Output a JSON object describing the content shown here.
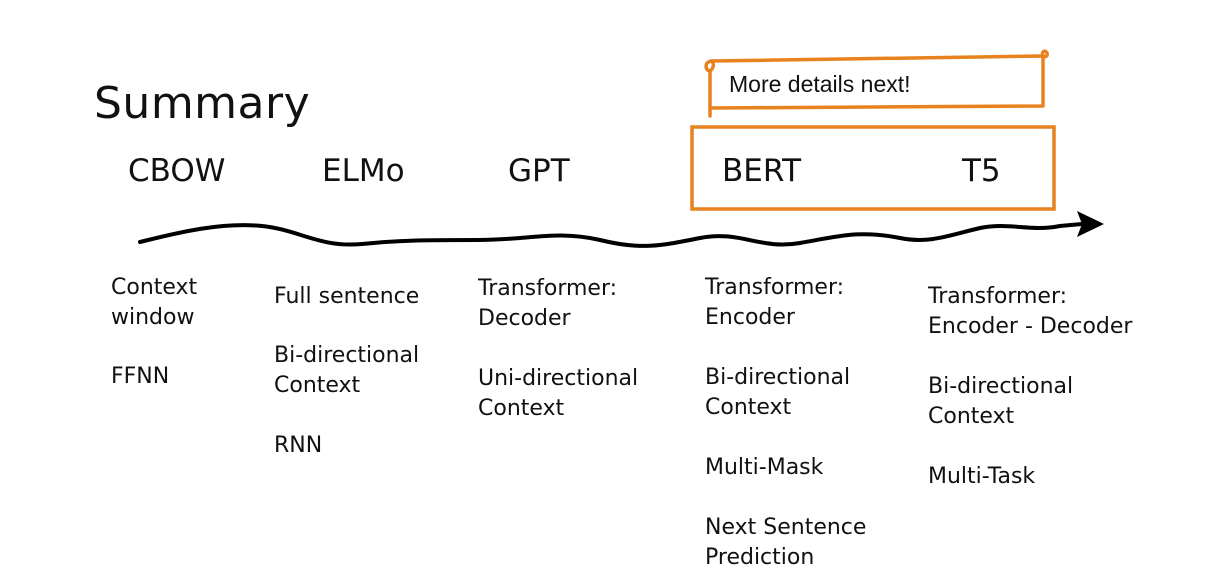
{
  "title": "Summary",
  "callout": "More details next!",
  "colors": {
    "accent": "#e8821f",
    "text": "#111111",
    "timeline": "#000000"
  },
  "models": [
    {
      "name": "CBOW",
      "features": [
        [
          "Context",
          "window"
        ],
        [
          "FFNN"
        ]
      ]
    },
    {
      "name": "ELMo",
      "features": [
        [
          "Full sentence"
        ],
        [
          "Bi-directional",
          "Context"
        ],
        [
          "RNN"
        ]
      ]
    },
    {
      "name": "GPT",
      "features": [
        [
          "Transformer:",
          "Decoder"
        ],
        [
          "Uni-directional",
          "Context"
        ]
      ]
    },
    {
      "name": "BERT",
      "features": [
        [
          "Transformer:",
          "Encoder"
        ],
        [
          "Bi-directional",
          "Context"
        ],
        [
          "Multi-Mask"
        ],
        [
          "Next Sentence",
          "Prediction"
        ]
      ]
    },
    {
      "name": "T5",
      "features": [
        [
          "Transformer:",
          "Encoder - Decoder"
        ],
        [
          "Bi-directional",
          "Context"
        ],
        [
          "Multi-Task"
        ]
      ]
    }
  ]
}
